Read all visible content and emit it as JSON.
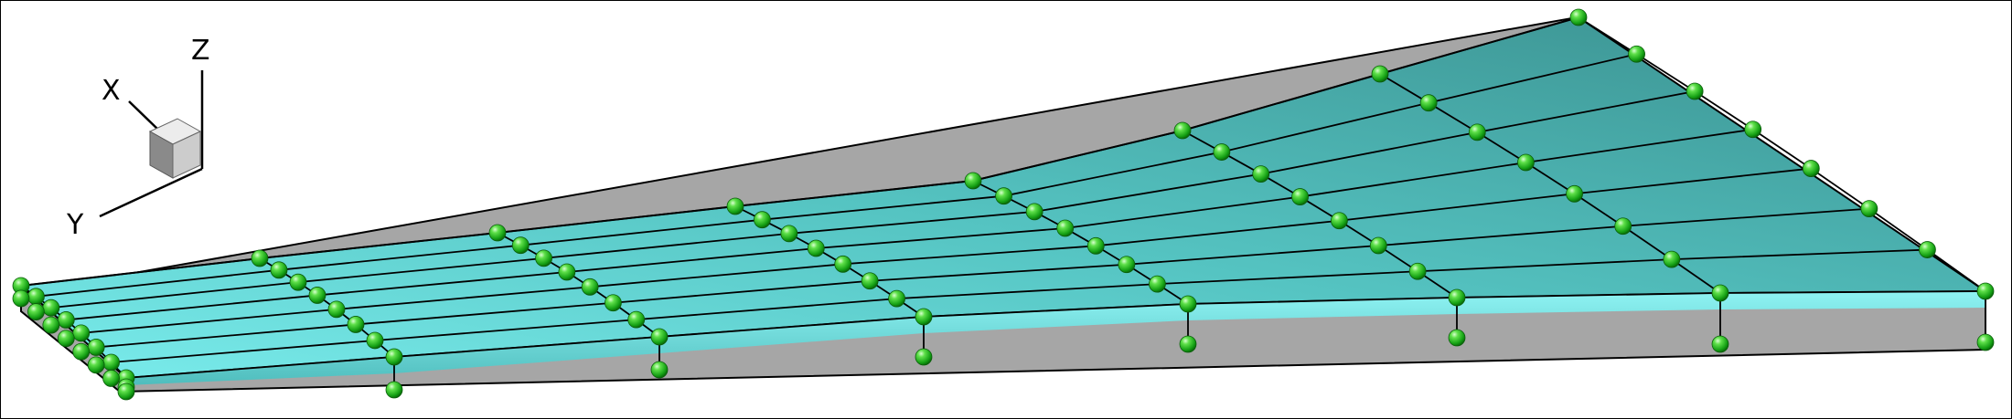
{
  "axes_triad": {
    "x_label": "X",
    "y_label": "Y",
    "z_label": "Z"
  },
  "colors": {
    "background": "#ffffff",
    "frame": "#000000",
    "surface_light": "#6ee3e3",
    "surface_dark": "#3a8f8e",
    "slab_gray": "#a4a4a4",
    "grid_line": "#000000",
    "control_point": "#22c322",
    "cube_top": "#ececec",
    "cube_front": "#c9c9c9",
    "cube_side": "#8a8a8a"
  },
  "grid": {
    "spanwise_stations": 8,
    "chordwise_stations": 8,
    "control_point_icon": "green-sphere"
  }
}
